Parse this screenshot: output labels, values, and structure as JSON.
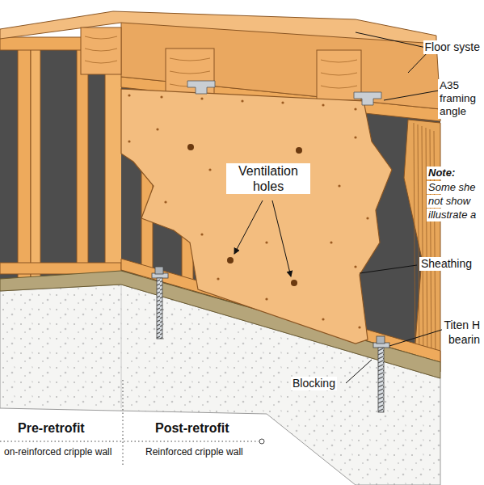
{
  "diagram": {
    "labels": [
      "Floor syste",
      "A35 framing angle",
      "Ventilation holes",
      "Note:",
      "Some she",
      "not show",
      "illustrate a",
      "Sheathing",
      "Titen H",
      "bearin",
      "Blocking",
      "Pre-retrofit",
      "on-reinforced cripple wall",
      "Post-retrofit",
      "Reinforced cripple wall"
    ]
  }
}
